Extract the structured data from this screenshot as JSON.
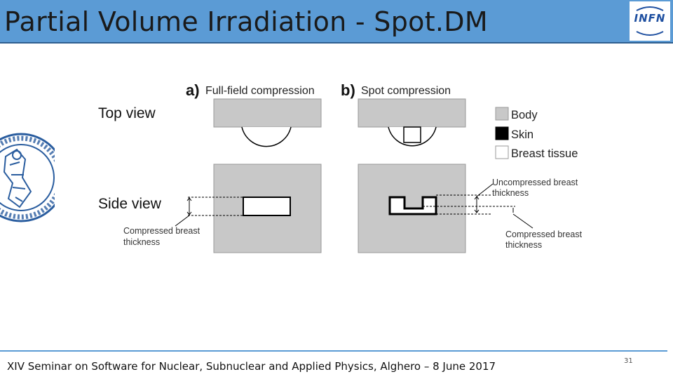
{
  "slide": {
    "title": "Partial Volume Irradiation - Spot.DM",
    "logo_text": "INFN",
    "footer": "XIV Seminar on Software for Nuclear, Subnuclear and Applied Physics, Alghero – 8 June 2017",
    "page_number": "31"
  },
  "diagram": {
    "panel_a_letter": "a)",
    "panel_a_title": "Full-field compression",
    "panel_b_letter": "b)",
    "panel_b_title": "Spot compression",
    "top_view_label": "Top view",
    "side_view_label": "Side view",
    "legend": [
      {
        "label": "Body",
        "color": "#c8c8c8"
      },
      {
        "label": "Skin",
        "color": "#000000"
      },
      {
        "label": "Breast tissue",
        "color": "#ffffff"
      }
    ],
    "compressed_a_line1": "Compressed breast",
    "compressed_a_line2": "thickness",
    "uncompressed_b_line1": "Uncompressed breast",
    "uncompressed_b_line2": "thickness",
    "compressed_b_line1": "Compressed breast",
    "compressed_b_line2": "thickness"
  },
  "colors": {
    "title_bar": "#5b9bd5",
    "body_gray": "#c8c8c8",
    "seal_blue": "#2a5d9f"
  },
  "icons": {
    "logo": "infn-logo-icon",
    "seal": "university-seal-icon"
  }
}
